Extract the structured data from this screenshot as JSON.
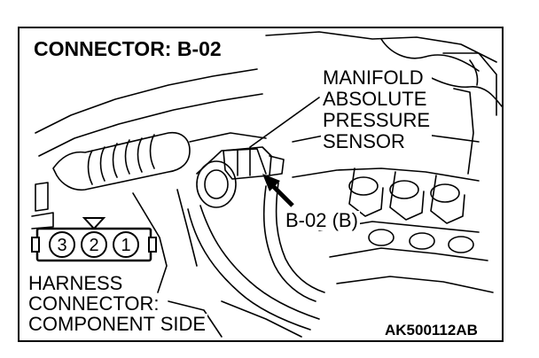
{
  "title": "CONNECTOR: B-02",
  "component_label": [
    "MANIFOLD",
    "ABSOLUTE",
    "PRESSURE",
    "SENSOR"
  ],
  "pointer_label": "B-02 (B)",
  "harness_label": [
    "HARNESS",
    "CONNECTOR:",
    "COMPONENT SIDE"
  ],
  "connector": {
    "pins": [
      "3",
      "2",
      "1"
    ]
  },
  "figure_code": "AK500112AB"
}
